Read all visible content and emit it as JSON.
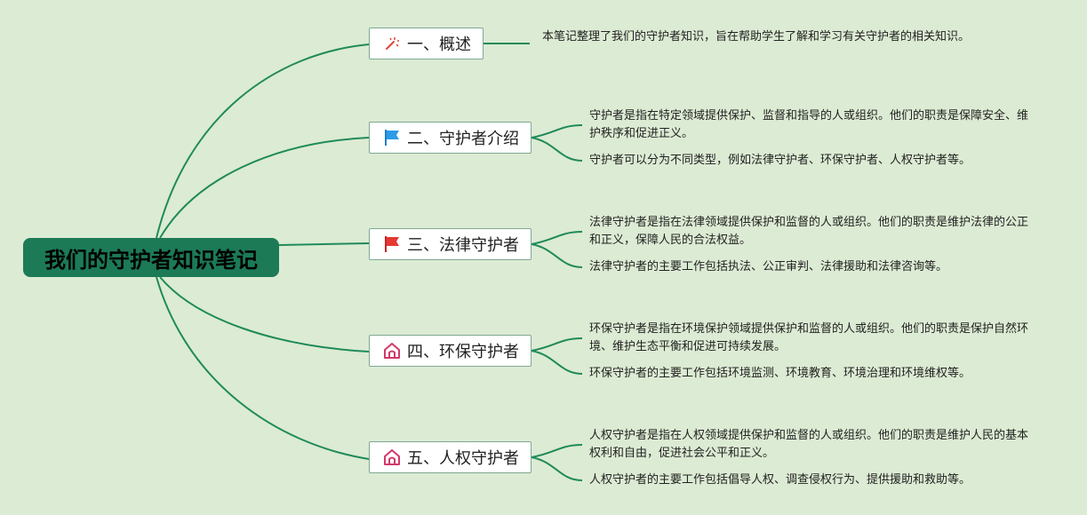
{
  "root": {
    "title": "我们的守护者知识笔记"
  },
  "colors": {
    "background": "#dcebd3",
    "root": "#1c7a57",
    "connector": "#1f8a5a"
  },
  "topics": [
    {
      "title": "一、概述",
      "icon": "magic-wand-icon",
      "notes": [
        "本笔记整理了我们的守护者知识，旨在帮助学生了解和学习有关守护者的相关知识。"
      ]
    },
    {
      "title": "二、守护者介绍",
      "icon": "blue-flag-icon",
      "notes": [
        "守护者是指在特定领域提供保护、监督和指导的人或组织。他们的职责是保障安全、维护秩序和促进正义。",
        "守护者可以分为不同类型，例如法律守护者、环保守护者、人权守护者等。"
      ]
    },
    {
      "title": "三、法律守护者",
      "icon": "red-flag-icon",
      "notes": [
        "法律守护者是指在法律领域提供保护和监督的人或组织。他们的职责是维护法律的公正和正义，保障人民的合法权益。",
        "法律守护者的主要工作包括执法、公正审判、法律援助和法律咨询等。"
      ]
    },
    {
      "title": "四、环保守护者",
      "icon": "home-icon",
      "notes": [
        "环保守护者是指在环境保护领域提供保护和监督的人或组织。他们的职责是保护自然环境、维护生态平衡和促进可持续发展。",
        "环保守护者的主要工作包括环境监测、环境教育、环境治理和环境维权等。"
      ]
    },
    {
      "title": "五、人权守护者",
      "icon": "home-icon",
      "notes": [
        "人权守护者是指在人权领域提供保护和监督的人或组织。他们的职责是维护人民的基本权利和自由，促进社会公平和正义。",
        "人权守护者的主要工作包括倡导人权、调查侵权行为、提供援助和救助等。"
      ]
    }
  ]
}
